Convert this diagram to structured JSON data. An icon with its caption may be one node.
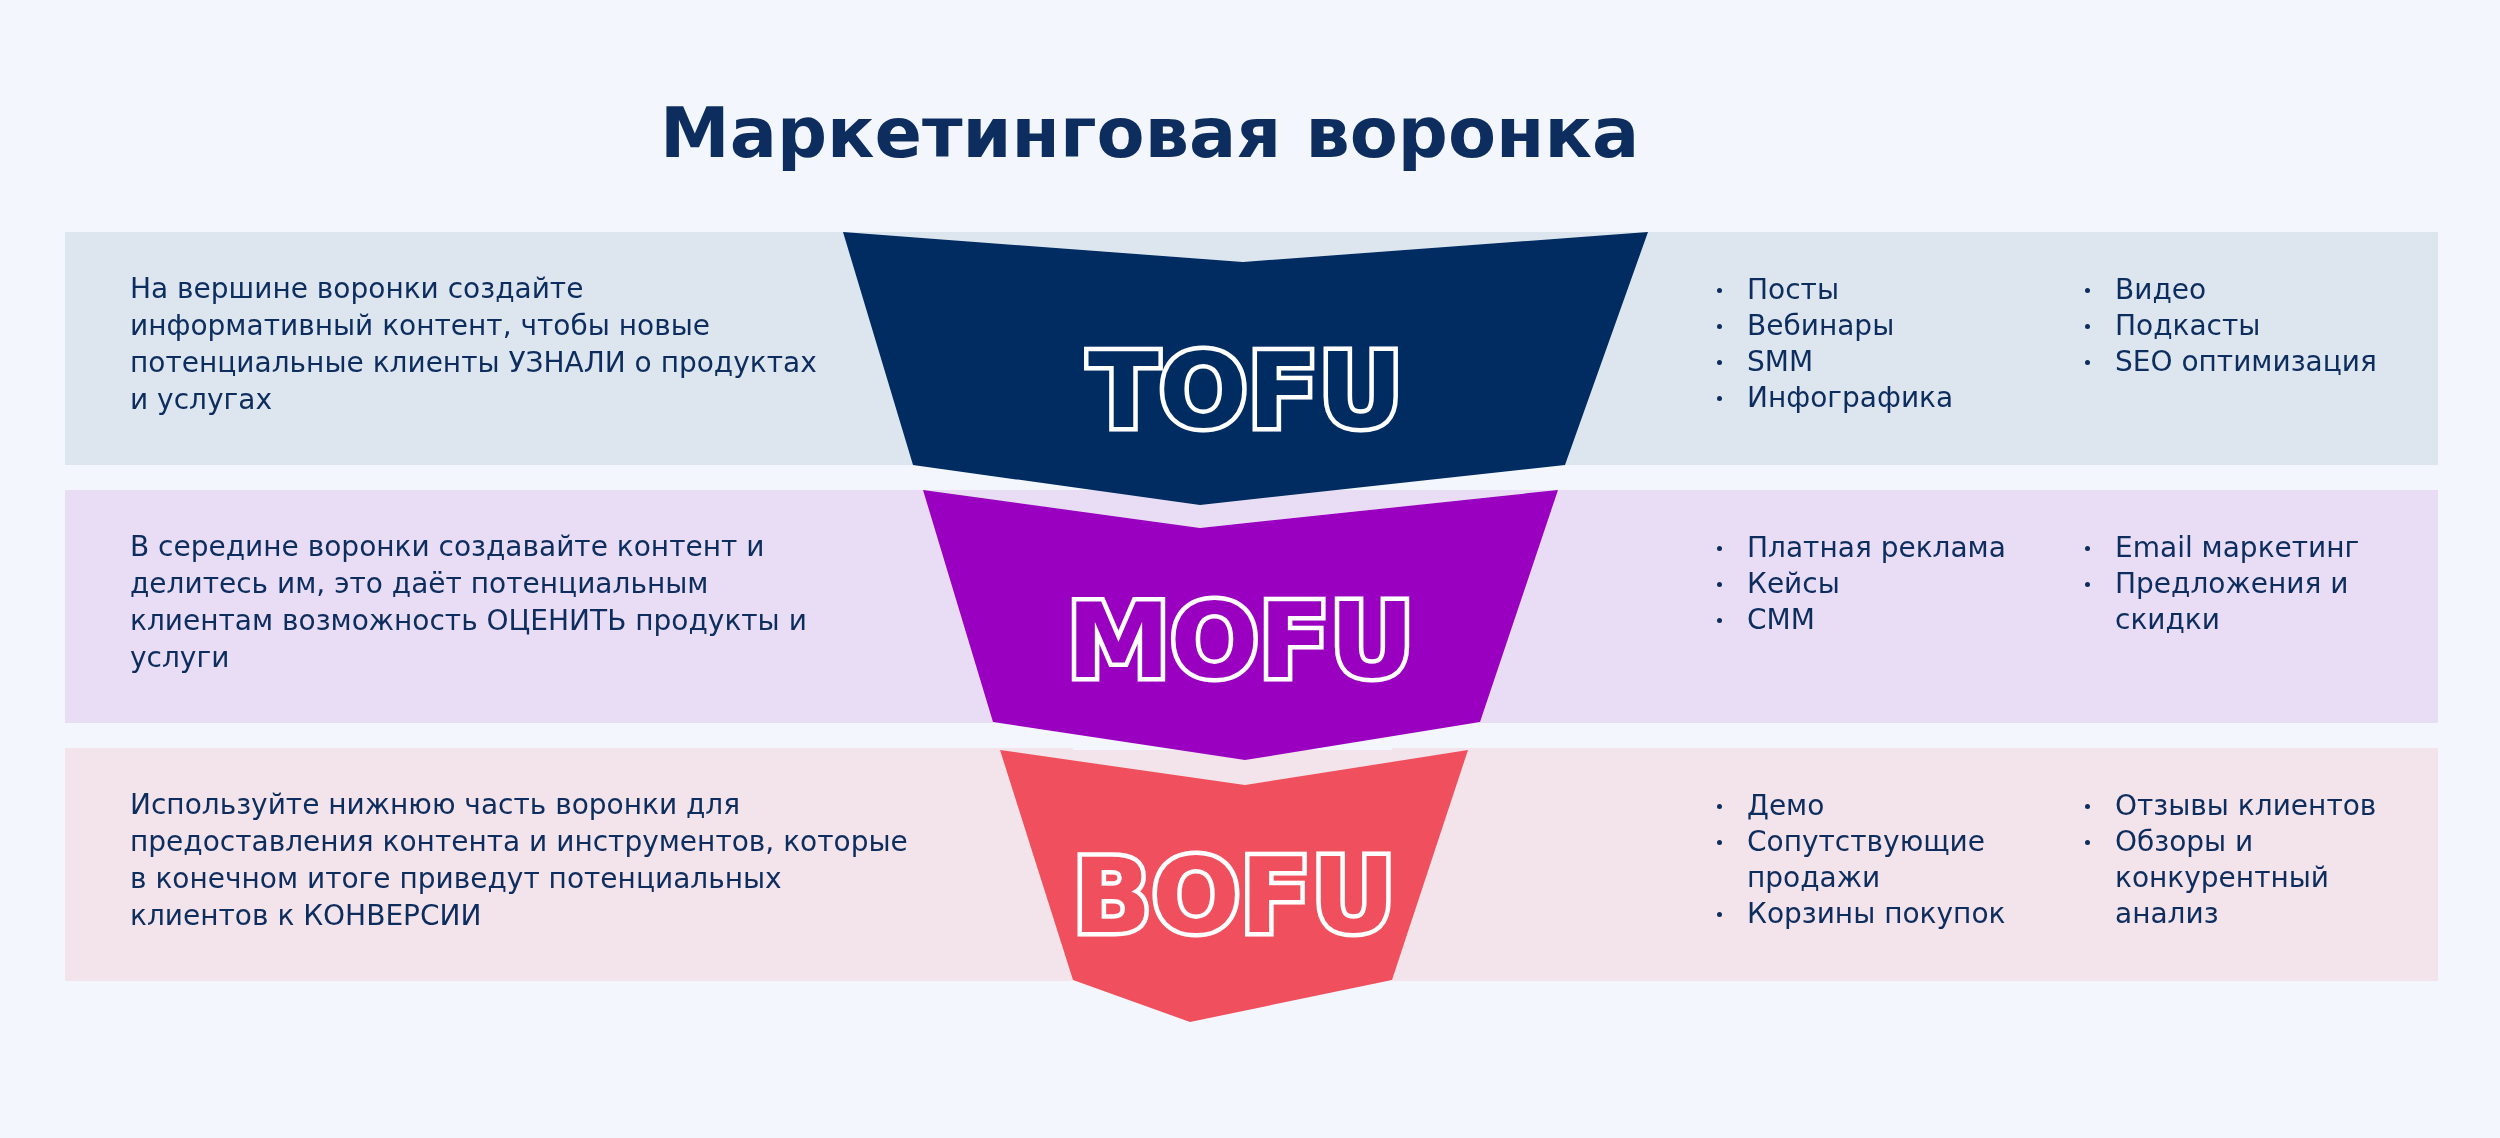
{
  "diagram": {
    "title": "Маркетинговая воронка",
    "nodes": [
      {
        "text": [
          "На вершине воронки создайте информативный контент, чтобы новые потенциальные клиенты УЗНАЛИ о продуктах и услугах",
          "Посты",
          "Вебинары",
          "SMM",
          "Инфографика",
          "Видео",
          "Подкасты",
          "SEO оптимизация"
        ]
      },
      {
        "text": [
          "TOFU"
        ]
      },
      {
        "text": [
          "В середине воронки создавайте контент и делитесь им, это даёт потенциальным клиентам возможность ОЦЕНИТЬ продукты и услуги",
          "Платная реклама",
          "Кейсы",
          "СММ",
          "Email маркетинг",
          "Предложения и скидки"
        ]
      },
      {
        "text": [
          "MOFU"
        ]
      },
      {
        "text": [
          "Используйте нижнюю часть воронки для предоставления контента и инструментов, которые в конечном итоге приведут потенциальных клиентов к КОНВЕРСИИ",
          "Демо",
          "Сопутствующие продажи",
          "Корзины покупок",
          "Отзывы клиентов",
          "Обзоры и конкурентный анализ"
        ]
      },
      {
        "text": [
          "BOFU"
        ]
      }
    ],
    "edges": []
  }
}
